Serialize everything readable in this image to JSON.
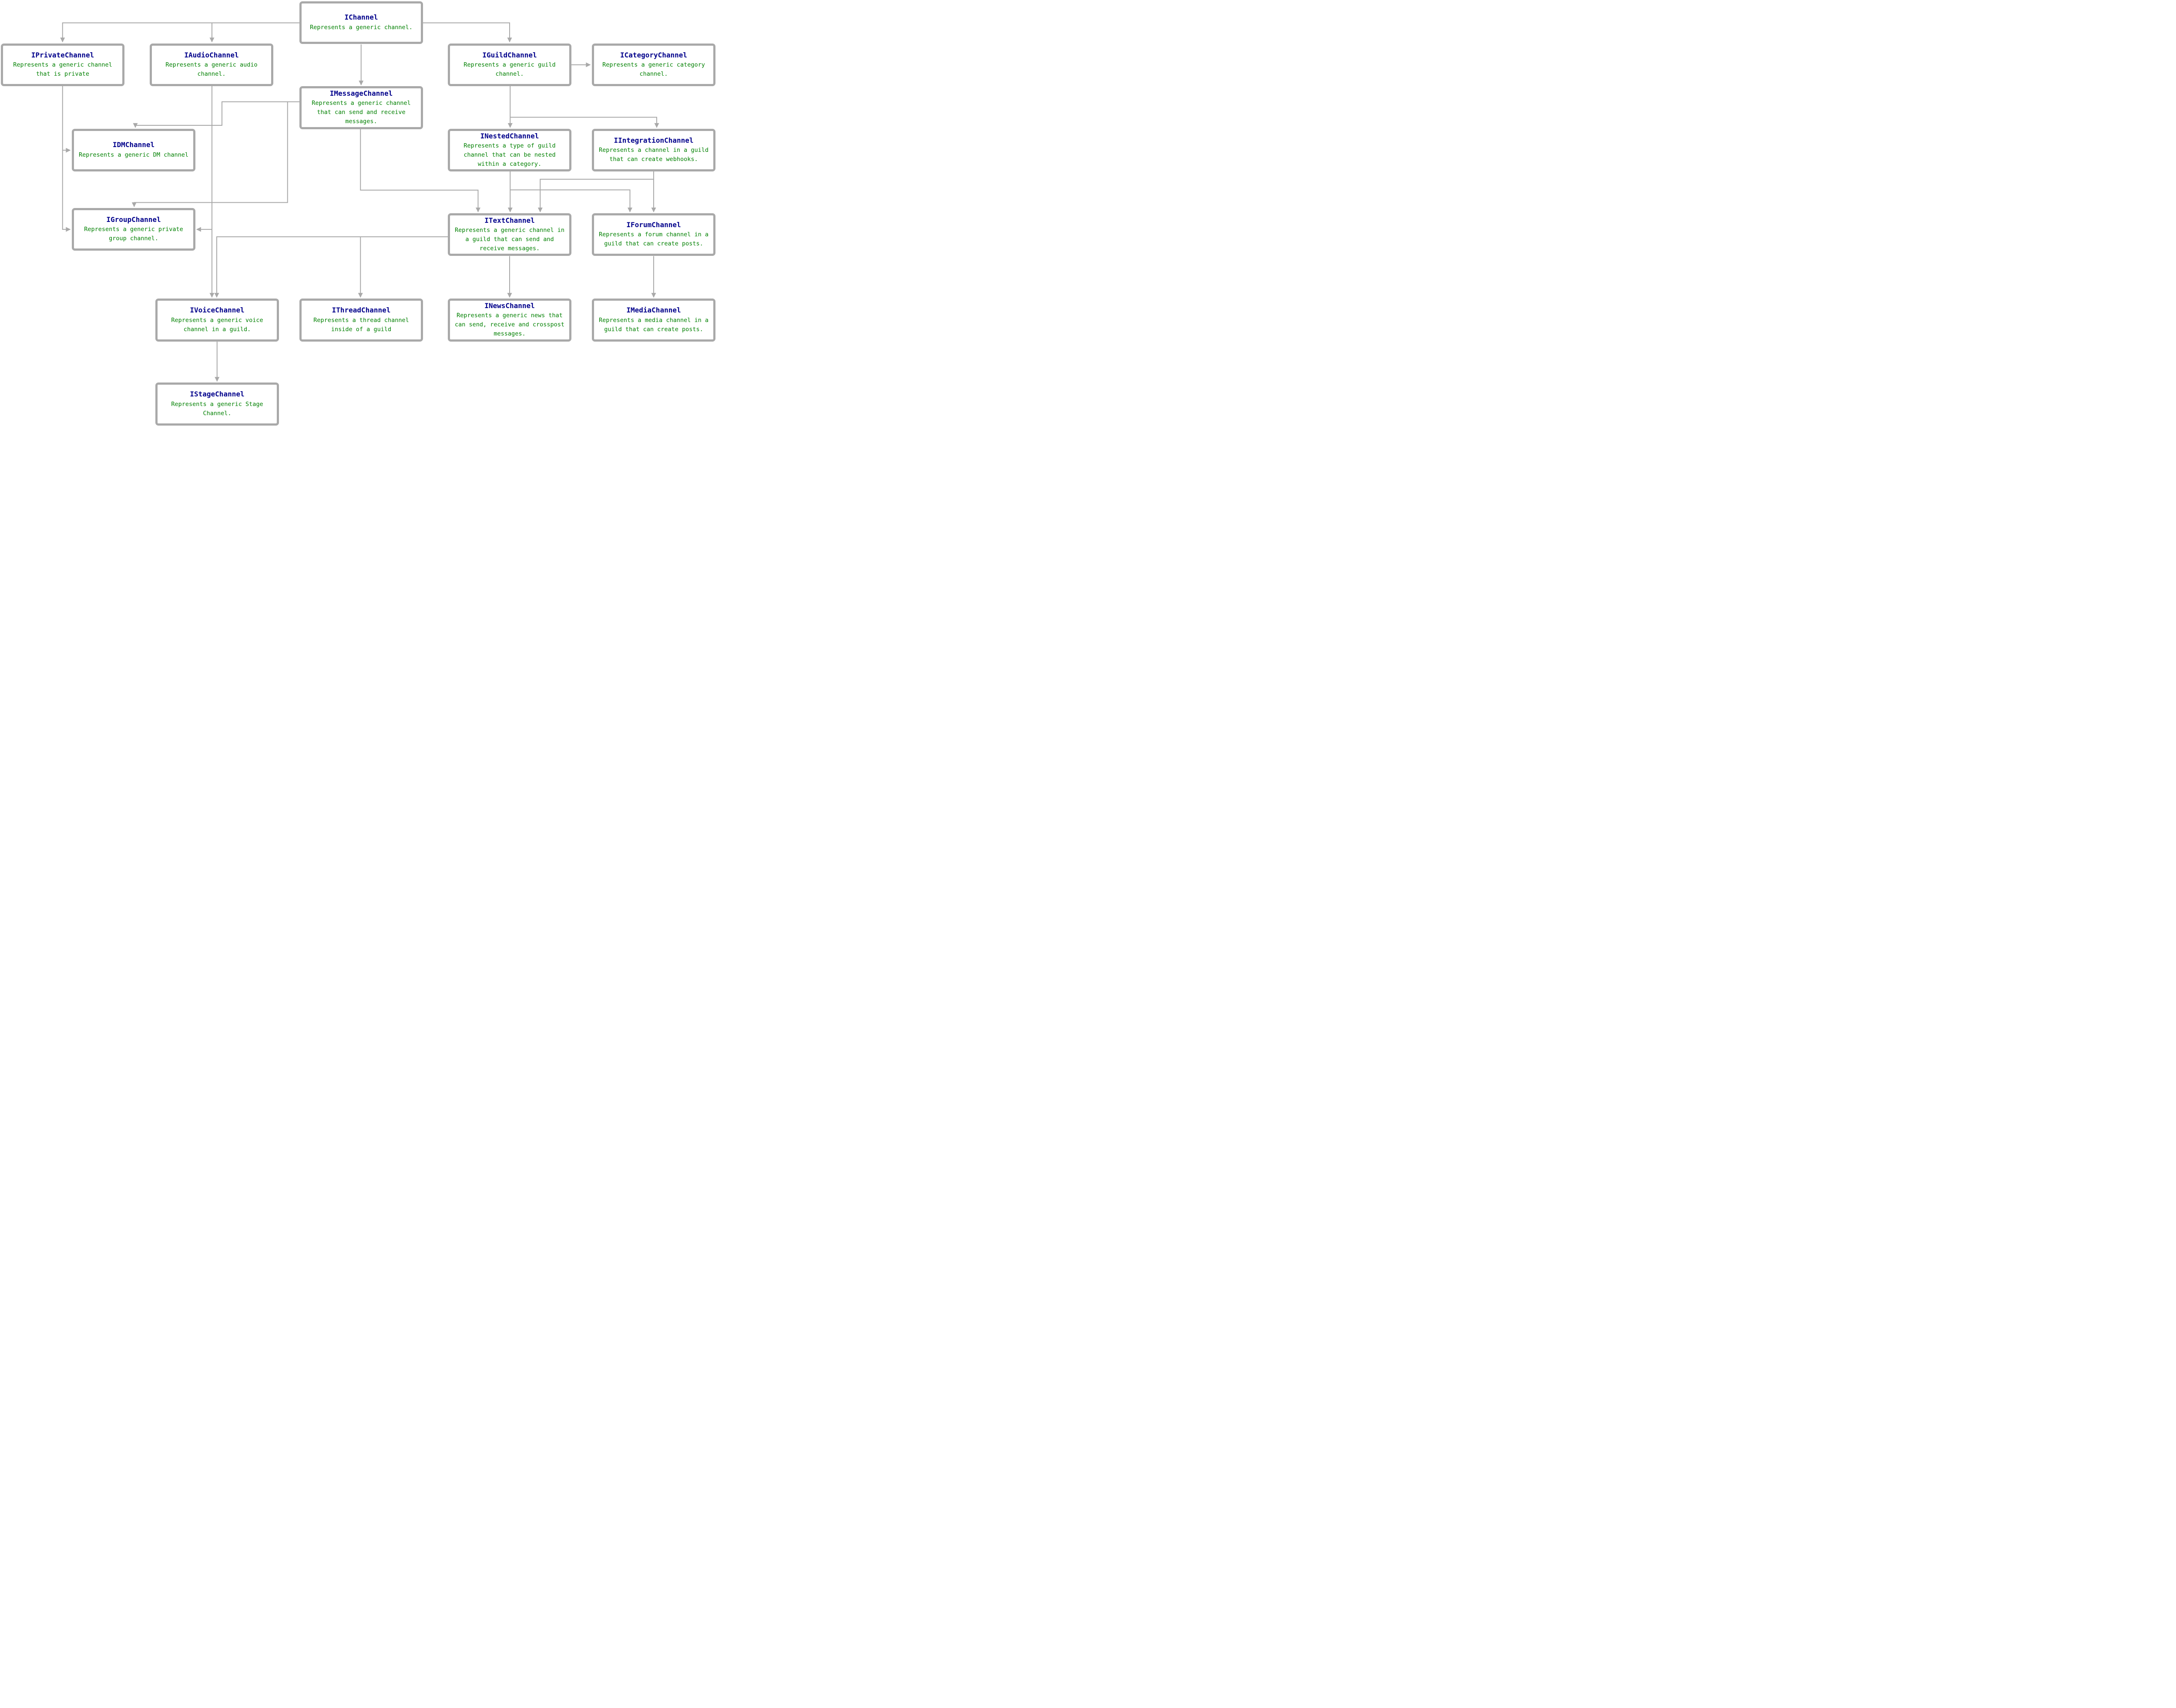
{
  "diagram": {
    "type": "interface-inheritance-diagram",
    "colors": {
      "title": "#00008b",
      "description": "#008000",
      "line": "#a9a9a9",
      "background": "#ffffff"
    },
    "nodes": {
      "ichannel": {
        "title": "IChannel",
        "description": "Represents a generic channel."
      },
      "iprivatechannel": {
        "title": "IPrivateChannel",
        "description": "Represents a generic channel that is private"
      },
      "iaudiochannel": {
        "title": "IAudioChannel",
        "description": "Represents a generic audio channel."
      },
      "iguildchannel": {
        "title": "IGuildChannel",
        "description": "Represents a generic guild channel."
      },
      "icategorychannel": {
        "title": "ICategoryChannel",
        "description": "Represents a generic category channel."
      },
      "imessagechannel": {
        "title": "IMessageChannel",
        "description": "Represents a generic channel that can send and receive messages."
      },
      "idmchannel": {
        "title": "IDMChannel",
        "description": "Represents a generic DM channel"
      },
      "inestedchannel": {
        "title": "INestedChannel",
        "description": "Represents a type of guild channel that can be nested within a category."
      },
      "iintegrationchannel": {
        "title": "IIntegrationChannel",
        "description": "Represents a channel in a guild that can create webhooks."
      },
      "igroupchannel": {
        "title": "IGroupChannel",
        "description": "Represents a generic private group channel."
      },
      "itextchannel": {
        "title": "ITextChannel",
        "description": "Represents a generic channel in a guild that can send and receive messages."
      },
      "iforumchannel": {
        "title": "IForumChannel",
        "description": "Represents a forum channel in a guild that can create posts."
      },
      "ivoicechannel": {
        "title": "IVoiceChannel",
        "description": "Represents a generic voice channel in a guild."
      },
      "ithreadchannel": {
        "title": "IThreadChannel",
        "description": "Represents a thread channel inside of a guild"
      },
      "inewschannel": {
        "title": "INewsChannel",
        "description": "Represents a generic news that can send, receive and crosspost messages."
      },
      "imediachannel": {
        "title": "IMediaChannel",
        "description": "Represents a media channel in a guild that can create posts."
      },
      "istagechannel": {
        "title": "IStageChannel",
        "description": "Represents a generic Stage Channel."
      }
    },
    "edges": [
      {
        "from": "IChannel",
        "to": "IPrivateChannel"
      },
      {
        "from": "IChannel",
        "to": "IAudioChannel"
      },
      {
        "from": "IChannel",
        "to": "IGuildChannel"
      },
      {
        "from": "IChannel",
        "to": "IMessageChannel"
      },
      {
        "from": "IGuildChannel",
        "to": "ICategoryChannel"
      },
      {
        "from": "IGuildChannel",
        "to": "INestedChannel"
      },
      {
        "from": "IGuildChannel",
        "to": "IIntegrationChannel"
      },
      {
        "from": "IPrivateChannel",
        "to": "IDMChannel"
      },
      {
        "from": "IPrivateChannel",
        "to": "IGroupChannel"
      },
      {
        "from": "IMessageChannel",
        "to": "IDMChannel"
      },
      {
        "from": "IMessageChannel",
        "to": "IGroupChannel"
      },
      {
        "from": "IMessageChannel",
        "to": "ITextChannel"
      },
      {
        "from": "IAudioChannel",
        "to": "IGroupChannel"
      },
      {
        "from": "IAudioChannel",
        "to": "IVoiceChannel"
      },
      {
        "from": "INestedChannel",
        "to": "ITextChannel"
      },
      {
        "from": "INestedChannel",
        "to": "IForumChannel"
      },
      {
        "from": "IIntegrationChannel",
        "to": "ITextChannel"
      },
      {
        "from": "IIntegrationChannel",
        "to": "IForumChannel"
      },
      {
        "from": "ITextChannel",
        "to": "IVoiceChannel"
      },
      {
        "from": "ITextChannel",
        "to": "IThreadChannel"
      },
      {
        "from": "ITextChannel",
        "to": "INewsChannel"
      },
      {
        "from": "IForumChannel",
        "to": "IMediaChannel"
      },
      {
        "from": "IVoiceChannel",
        "to": "IStageChannel"
      }
    ]
  }
}
